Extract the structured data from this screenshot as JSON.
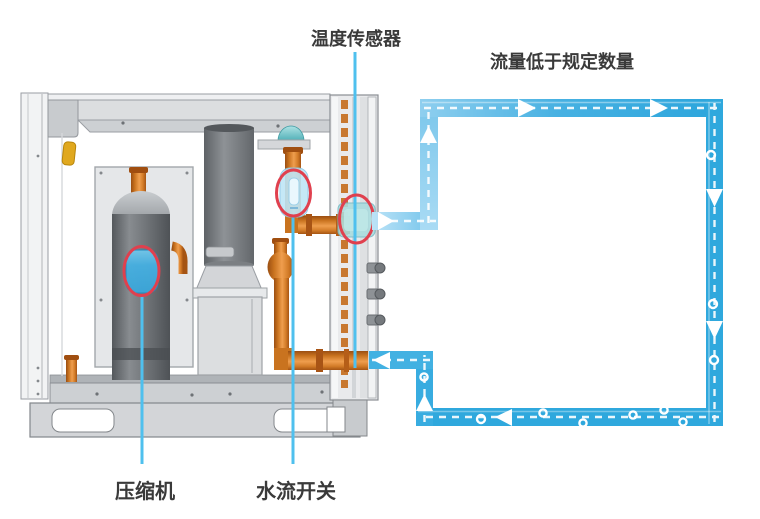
{
  "diagram": {
    "kind": "hvac-chiller-cutaway-with-water-loop",
    "labels": {
      "temperature_sensor": "温度传感器",
      "flow_below_spec": "流量低于规定数量",
      "compressor": "压缩机",
      "water_flow_switch": "水流开关"
    },
    "annotations": [
      {
        "name": "temperature-sensor",
        "label": "温度传感器",
        "marker": "red-ellipse"
      },
      {
        "name": "water-flow-switch",
        "label": "水流开关",
        "marker": "red-ellipse"
      },
      {
        "name": "compressor",
        "label": "压缩机",
        "marker": "red-ellipse"
      },
      {
        "name": "water-loop",
        "label": "流量低于规定数量",
        "marker": "blue-pipe-loop"
      }
    ],
    "colors": {
      "pipe_blue": "#2FA8DD",
      "pipe_blue_light": "#9ED6F1",
      "leader_blue": "#4FC0EE",
      "highlight_red": "#E0404E",
      "copper_orange": "#D2782A",
      "label_text": "#3A3A3A"
    }
  }
}
